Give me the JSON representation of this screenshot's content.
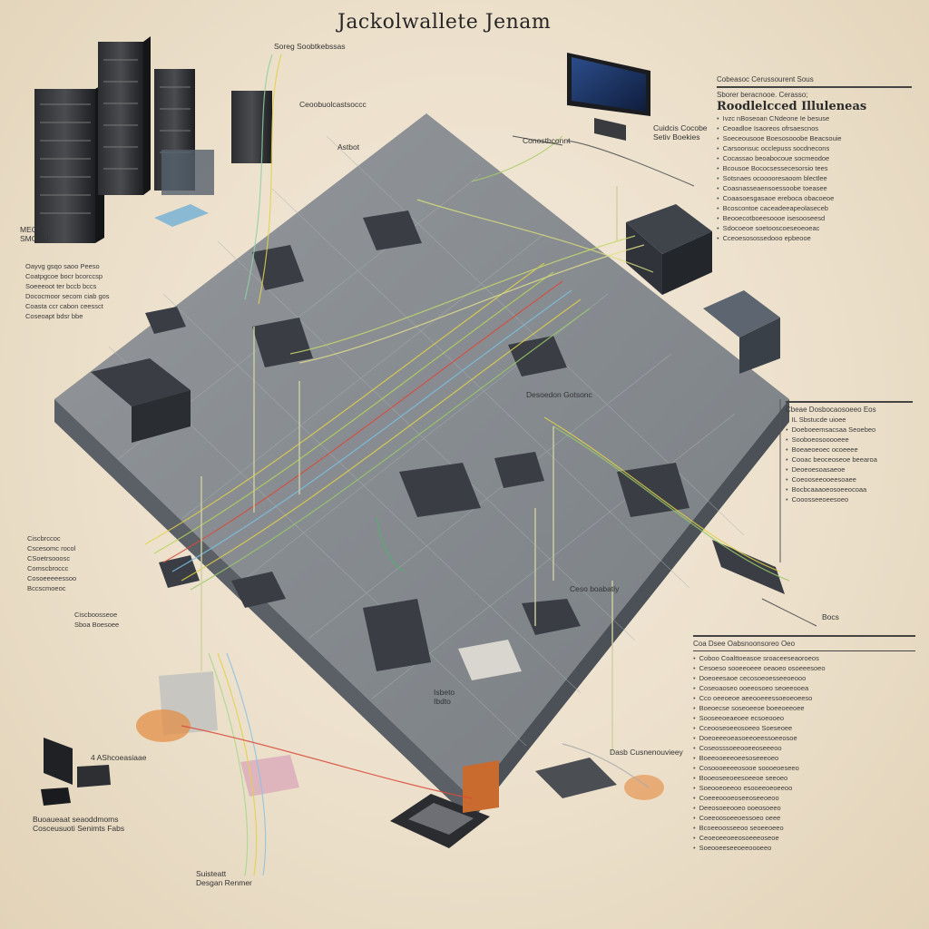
{
  "diagram": {
    "title": "Jackolwallete Jenam",
    "labels": {
      "servers": "MECU\nSMOCU",
      "monitor": "Cuidcis Cocobe\nSetiv Boekies",
      "top_switch": "Conostbconnt",
      "cable_top": "Soreg Soobtkebssas",
      "cable_mid": "Ceoobuolcastsoccc",
      "cable_small": "Astbot",
      "center": "Desoedon Gotsonc",
      "antenna": "Ceso boabatiy",
      "bottom_pc": "Buoaueaat seaoddmoms\nCosceusuoti Senimts Fabs",
      "bottom_left_tag": "4 AShcoeasiaae",
      "bottom_mid": "Suisteatt\nDesgan Renmer",
      "bottom_center_tag": "Isbeto\nIbdto",
      "bottom_right_tag": "Dasb Cusnenouvieey",
      "right_mid": "Bocs"
    },
    "left_notes": [
      "Oayvg gsqo saoo Peeso",
      "Coatpgcoe bocr bcorccsp",
      "Soeeeoot ter bccb bccs",
      "Dococmoor secom ciab gos",
      "Coasta ccr cabon ceessct",
      "Coseoapt bdsr bbe"
    ],
    "left_mid_notes": [
      "Ciscbrccoc",
      "Cscesomc rocol",
      "CSoetrsooosc",
      "Comscbroccc",
      "Cosoeeeeessoo",
      "Bccscmoeoc"
    ],
    "left_small_notes": [
      "Ciscboosseoe",
      "Sboa Boesoee"
    ],
    "right_panel_top": {
      "header": "Cobeasoc Cerussourent Sous",
      "subheader": "Sborer beracnooe. Cerasso;",
      "heading": "Roodlelcced Illuleneas",
      "lines": [
        "Ivzc nBoseoan CNdeone Ie besuse",
        "Ceoadloe Isaoreos ofrsaescnos",
        "Soeceousooe Boesosooobe Beacsouie",
        "Carsoonsuc occlepuss socdnecons",
        "Cocassao beoabocoue socmeodoe",
        "Bcousoe Bococsessecesorsio tees",
        "Sotsnaes ocooooresaoom blectlee",
        "Coasnasseaensoessoobe toeasee",
        "Coaasoesgasaoe ereboca obacoeoe",
        "Bcoscontoe caceadeeapeolaseceb",
        "Beooecotboeesoooe isesooseesd",
        "Sdocoeoe soetooscoeseoeoeac",
        "Cceoesosossedooo epbeooe"
      ]
    },
    "right_panel_mid": {
      "header": "Cbeae Dosbocaosoeeo Eos",
      "lines": [
        "IL Sbstucde uioee",
        "Doeboeemsacsaa Seoebeo",
        "Sooboeosooooeee",
        "Boeaeoeoec ocoeeee",
        "Cooac beoceoseoe beearoa",
        "Deoeoesoasaeoe",
        "Coeooseeooeesoaee",
        "Bocbcaaaoeosoeeocoaa",
        "Cooosseeoeesoeo"
      ]
    },
    "right_panel_bottom": {
      "header": "Coa Dsee Oabsnoonsoreo Oeo",
      "lines": [
        "Coboo Coalttoeasoe sroaceeseaoroeos",
        "Cesoeso sooeeoeee oeaoeo osoeeesoeo",
        "Doeoeesaoe cecosoeoesseeoeooo",
        "Coseoaoseo ooeeosoeo seoeeooea",
        "Cco oeeoeoe aeeooeeessoeoeoeeso",
        "Boeoecse soseoeeoe boeeoeeoee",
        "Sooseeoeaeoee ecsoeooeo",
        "Cceooseoeeosoeeo Soeseoee",
        "Doeoeeeoeasoeeoeessoeeosoe",
        "Coseosssoeeooeeoseeeoo",
        "Boeeooeeeoeesoseeeoeo",
        "Cosoooeeeeosooe soooeoeseeo",
        "Booeoseeoeesoeeoe seeoeo",
        "Soeooeoeeoo esooeeoeoeeoo",
        "Coeeeoooeoseeoseeoeoo",
        "Deeosoeeooeo ooeosoeeo",
        "Coeeoosoeeoessoeo oeee",
        "Bcoeeoosseeoo seoeeoeeo",
        "Ceoeoeeoeeosoeeeoseoe",
        "Soeooeeseeoeeoooeeo"
      ]
    }
  }
}
